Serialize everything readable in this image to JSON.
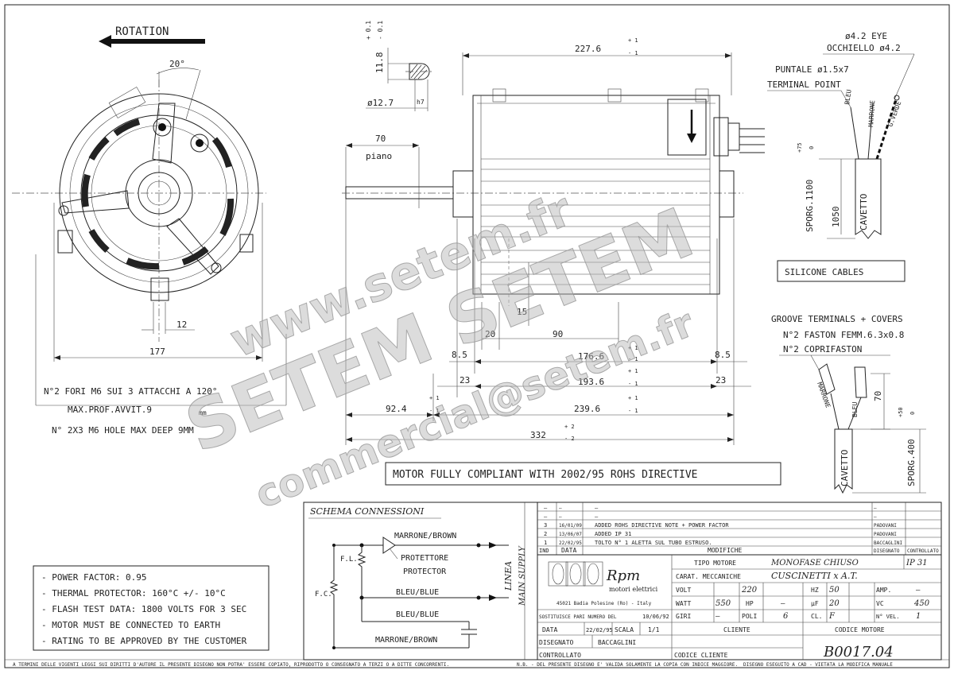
{
  "rotation": {
    "label": "ROTATION",
    "angle": "20°"
  },
  "front_view": {
    "dim_width": "177",
    "dim_slot": "12",
    "notes": [
      "N°2 FORI M6 SUI 3 ATTACCHI A 120°",
      "MAX.PROF.AVVIT.9",
      "mm",
      "N° 2X3 M6 HOLE MAX DEEP 9MM"
    ]
  },
  "shaft_detail": {
    "tol_plus": "+ 0.1",
    "tol_minus": "- 0.1",
    "dim_height": "11.8",
    "dim_diameter": "ø12.7",
    "fit": "h7"
  },
  "side_view": {
    "dim_top": "227.6",
    "dim_top_tol_plus": "+ 1",
    "dim_top_tol_minus": "- 1",
    "dim_flat": "70",
    "flat_label": "piano",
    "dim_15": "15",
    "dim_20": "20",
    "dim_90": "90",
    "dim_8_5_left": "8.5",
    "dim_176": "176.6",
    "dim_176_tol_plus": "+ 1",
    "dim_176_tol_minus": "- 1",
    "dim_8_5_right": "8.5",
    "dim_23_left": "23",
    "dim_193": "193.6",
    "dim_193_tol_plus": "+ 1",
    "dim_193_tol_minus": "- 1",
    "dim_23_right": "23",
    "dim_92": "92.4",
    "dim_92_tol_plus": "+ 1",
    "dim_92_tol_minus": "- 1",
    "dim_239": "239.6",
    "dim_239_tol_plus": "+ 1",
    "dim_239_tol_minus": "- 1",
    "dim_332": "332",
    "dim_332_tol_plus": "+ 2",
    "dim_332_tol_minus": "- 2"
  },
  "cables": {
    "eye_en": "ø4.2 EYE",
    "eye_it": "OCCHIELLO ø4.2",
    "tip_it": "PUNTALE ø1.5x7",
    "tip_en": "TERMINAL POINT",
    "wire_bleu": "BLEU",
    "wire_marrone": "MARRONE",
    "wire_gverde": "G.VERDE",
    "sporg": "SPORG.1100",
    "sporg_tol_plus": "+75",
    "sporg_tol_minus": "0",
    "len": "1050",
    "cavetto": "CAVETTO",
    "box_label": "SILICONE CABLES"
  },
  "terminals": {
    "line1": "GROOVE TERMINALS + COVERS",
    "line2": "N°2 FASTON FEMM.6.3x0.8",
    "line3": "N°2 COPRIFASTON",
    "wire_marrone": "MARRONE",
    "wire_bleu": "BLEU",
    "dim": "70",
    "sporg": "SPORG.400",
    "sporg_tol_plus": "+50",
    "sporg_tol_minus": "0",
    "cavetto": "CAVETTO"
  },
  "rohs_note": "MOTOR FULLY COMPLIANT WITH 2002/95 ROHS DIRECTIVE",
  "specs": [
    "- POWER FACTOR: 0.95",
    "- THERMAL PROTECTOR: 160°C +/- 10°C",
    "- FLASH TEST DATA: 1800 VOLTS FOR 3 SEC",
    "- MOTOR MUST BE CONNECTED TO EARTH",
    "- RATING TO BE APPROVED BY THE CUSTOMER"
  ],
  "schema": {
    "title": "SCHEMA CONNESSIONI",
    "marrone_top": "MARRONE/BROWN",
    "protettore": "PROTETTORE",
    "protector": "PROTECTOR",
    "fl": "F.L.",
    "fc": "F.C.",
    "bleu1": "BLEU/BLUE",
    "bleu2": "BLEU/BLUE",
    "marrone_bottom": "MARRONE/BROWN",
    "linea": "LINEA",
    "main_supply": "MAIN SUPPLY"
  },
  "revisions": {
    "rows": [
      {
        "ind": "–",
        "data": "–",
        "desc": "–",
        "by": "–"
      },
      {
        "ind": "–",
        "data": "–",
        "desc": "–",
        "by": "–"
      },
      {
        "ind": "3",
        "data": "16/01/09",
        "desc": "ADDED ROHS DIRECTIVE NOTE + POWER FACTOR",
        "by": "PADOVANI"
      },
      {
        "ind": "2",
        "data": "13/06/07",
        "desc": "ADDED IP 31",
        "by": "PADOVANI"
      },
      {
        "ind": "1",
        "data": "22/02/95",
        "desc": "TOLTO N° 1 ALETTA SUL TUBO ESTRUSO.",
        "by": "BACCAGLINI"
      }
    ],
    "h_ind": "IND",
    "h_data": "DATA",
    "h_mod": "MODIFICHE",
    "h_dis": "DISEGNATO",
    "h_ctrl": "CONTROLLATO"
  },
  "title_block": {
    "logo": "Rpm",
    "company": "motori elettrici",
    "address": "45021 Badia Polesine (Ro) - Italy",
    "tipo_label": "TIPO MOTORE",
    "tipo_value": "MONOFASE CHIUSO",
    "ip": "IP 31",
    "carat_label": "CARAT. MECCANICHE",
    "carat_value": "CUSCINETTI x A.T.",
    "volt_label": "VOLT",
    "volt_value": "220",
    "hz_label": "HZ",
    "hz_value": "50",
    "amp_label": "AMP.",
    "amp_value": "–",
    "watt_label": "WATT",
    "watt_value": "550",
    "hp_label": "HP",
    "hp_value": "–",
    "uf_label": "µF",
    "uf_value": "20",
    "vc_label": "VC",
    "vc_value": "450",
    "giri_label": "GIRI",
    "giri_value": "–",
    "poli_label": "POLI",
    "poli_value": "6",
    "cl_label": "CL.",
    "cl_value": "F",
    "nvel_label": "N° VEL.",
    "nvel_value": "1",
    "sost_label": "SOSTITUISCE PARI NUMERO DEL",
    "sost_value": "10/06/92",
    "data_label": "DATA",
    "data_value": "22/02/95",
    "scala_label": "SCALA",
    "scala_value": "1/1",
    "cliente_label": "CLIENTE",
    "codice_motore_label": "CODICE MOTORE",
    "disegnato_label": "DISEGNATO",
    "disegnato_value": "BACCAGLINI",
    "controllato_label": "CONTROLLATO",
    "codice_cliente_label": "CODICE CLIENTE",
    "codice": "B0017.04"
  },
  "footer_left": "A TERMINI DELLE VIGENTI LEGGI SUI DIRITTI D'AUTORE IL PRESENTE DISEGNO NON POTRA' ESSERE COPIATO, RIPRODOTTO O CONSEGNATO A TERZI O A DITTE CONCORRENTI.",
  "footer_mid": "N.B. - DEL PRESENTE DISEGNO E' VALIDA SOLAMENTE LA COPIA CON INDICE MAGGIORE.",
  "footer_right": "DISEGNO ESEGUITO A CAD - VIETATA LA MODIFICA MANUALE",
  "watermark": {
    "line1": "www.setem.fr",
    "line2": "SETEM SETEM",
    "line3": "commercial@setem.fr"
  }
}
